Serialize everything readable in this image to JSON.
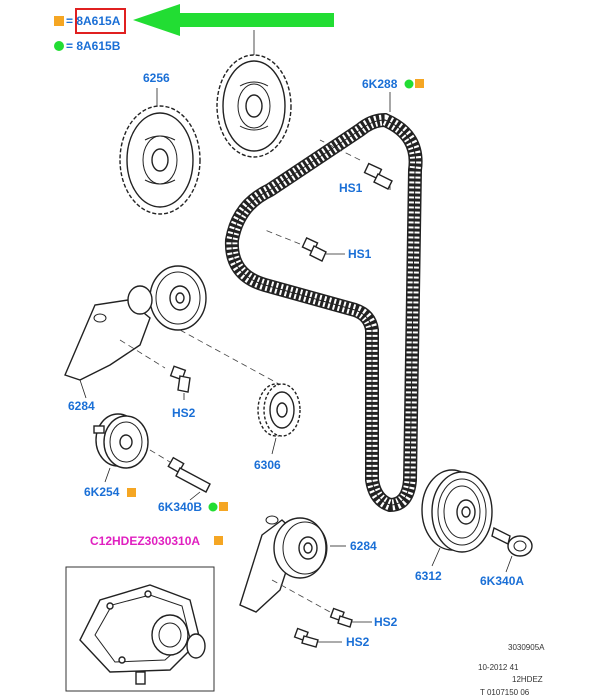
{
  "legend": {
    "orange_key": "= 8A615A",
    "green_key": "= 8A615B"
  },
  "callouts": {
    "sprocket_upper": "6256",
    "belt": "6K288",
    "bolt_hs1_upper": "HS1",
    "bolt_hs1_lower": "HS1",
    "tensioner_left": "6284",
    "bolt_hs2_mid": "HS2",
    "pulley_small": "6K254",
    "bolt_long": "6K340B",
    "sprocket_crank": "6306",
    "kit_ref": "C12HDEZ3030310A",
    "tensioner_right": "6284",
    "pulley_damper": "6312",
    "bolt_damper": "6K340A",
    "bolt_hs2_low1": "HS2",
    "bolt_hs2_low2": "HS2"
  },
  "footer": {
    "line1": "3030905A",
    "line2": "10-2012 41",
    "line3": "12HDEZ",
    "line4": "T 0107150 06"
  },
  "colors": {
    "label_blue": "#1a6fd6",
    "kit_magenta": "#e020c0",
    "orange_marker": "#f5a623",
    "green_marker": "#22dd33",
    "highlight_red": "#e02020",
    "arrow_green": "#22dd33"
  }
}
